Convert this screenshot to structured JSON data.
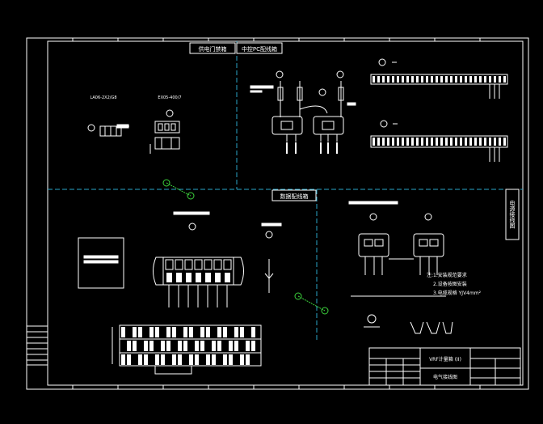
{
  "drawing": {
    "background": "#000000",
    "line_color": "#ffffff",
    "divider_color": "#2aa6c8",
    "symbol_color": "#3cd23c",
    "labels": {
      "top_left_box": "供电门禁箱",
      "top_mid_box": "中控PC配线箱",
      "center_box": "数据配线箱",
      "right_vertical": "电源接线图",
      "left_equipment_1": "LA06-2X2/G8",
      "left_equipment_2": "EX05-400/7",
      "notes_title": "注:1.安装规范要求",
      "notes_line_2": "2.设备按图安装",
      "notes_line_3": "3.电缆规格 YJV4mm²",
      "titleblock_main": "VRF计量箱 (II)",
      "titleblock_sub": "电气接线图"
    }
  }
}
